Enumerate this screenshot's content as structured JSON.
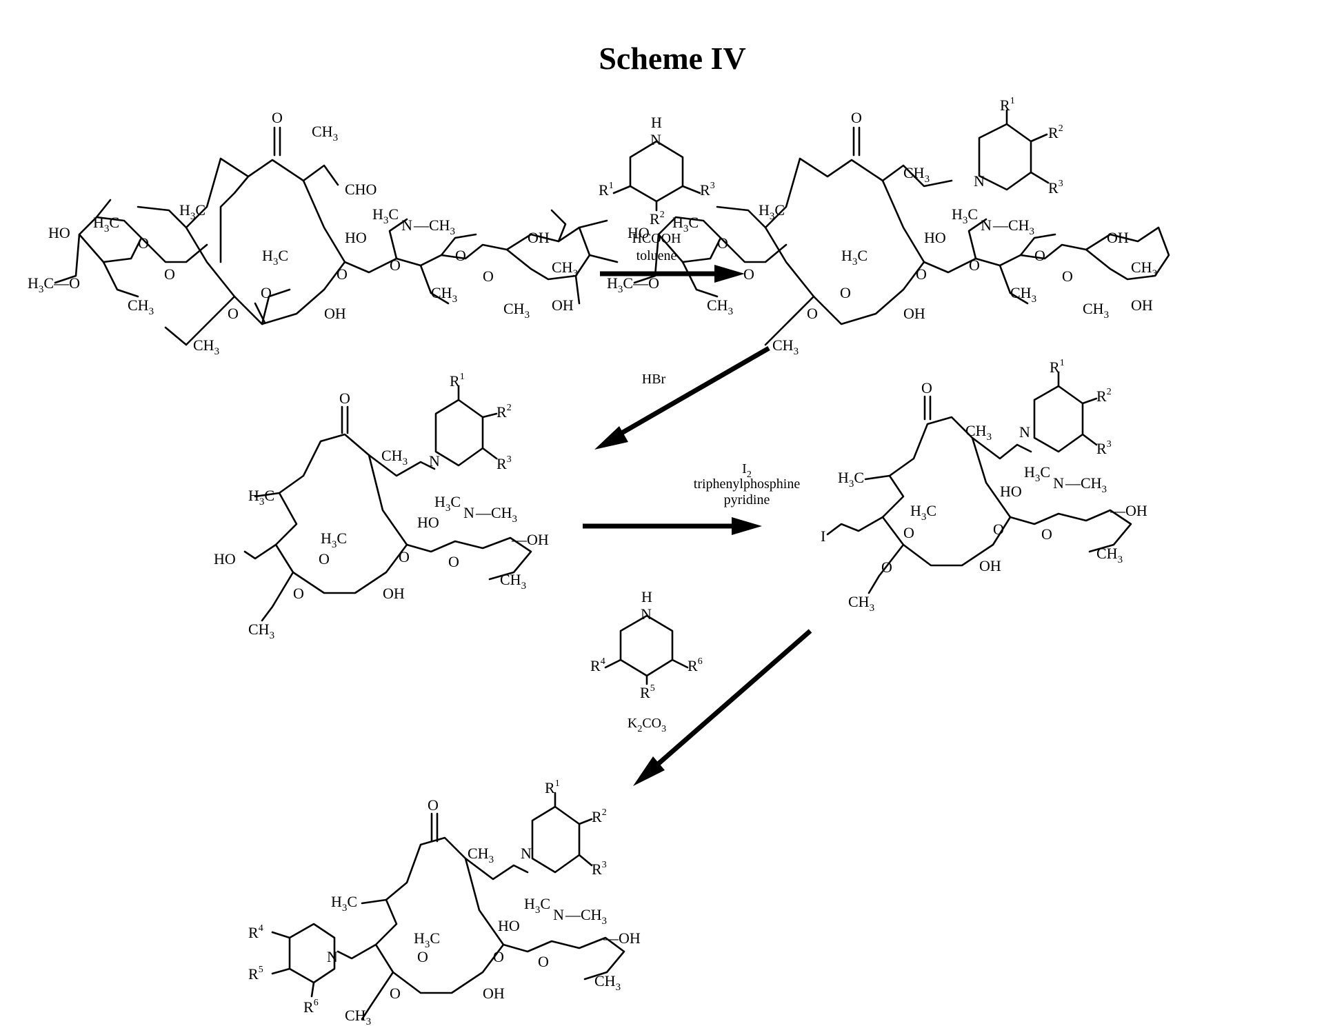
{
  "title": "Scheme IV",
  "step1": {
    "reagent1": "HCOOH",
    "reagent2": "toluene"
  },
  "step2": {
    "reagent": "HBr"
  },
  "step3": {
    "reagent1": "I",
    "reagent1_sub": "2",
    "reagent2": "triphenylphosphine",
    "reagent3": "pyridine"
  },
  "step4": {
    "reagent": "K",
    "reagent_sub1": "2",
    "reagent_mid": "CO",
    "reagent_sub2": "3"
  },
  "amine1": {
    "nh": "H\nN",
    "r1": "R",
    "r1_sup": "1",
    "r2": "R",
    "r2_sup": "2",
    "r3": "R",
    "r3_sup": "3"
  },
  "amine2": {
    "nh": "H\nN",
    "r4": "R",
    "r4_sup": "4",
    "r5": "R",
    "r5_sup": "5",
    "r6": "R",
    "r6_sup": "6"
  },
  "atoms": {
    "o": "O",
    "ch3": "CH",
    "three": "3",
    "cho": "CHO",
    "h3c": "H",
    "h3c_c": "C",
    "ho": "HO",
    "oh": "OH",
    "n": "N",
    "i": "I",
    "h3c_o": "H",
    "methoxy": "C—O",
    "o_ch3": "CH"
  }
}
